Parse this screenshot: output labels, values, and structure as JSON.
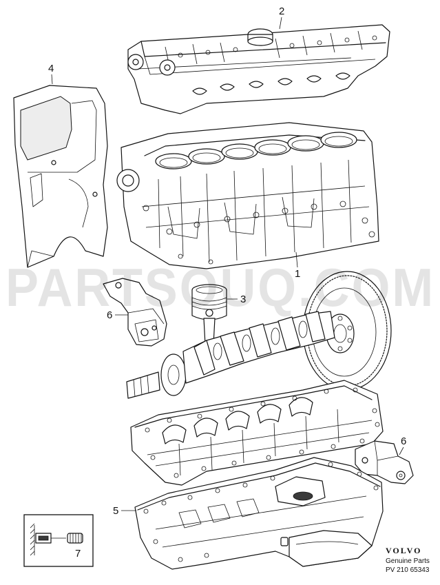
{
  "diagram": {
    "callouts": [
      {
        "id": "c1",
        "label": "1"
      },
      {
        "id": "c2",
        "label": "2"
      },
      {
        "id": "c3",
        "label": "3"
      },
      {
        "id": "c4",
        "label": "4"
      },
      {
        "id": "c5",
        "label": "5"
      },
      {
        "id": "c6a",
        "label": "6"
      },
      {
        "id": "c6b",
        "label": "6"
      },
      {
        "id": "c7",
        "label": "7"
      }
    ],
    "watermark": "PARTSOUQ.COM",
    "brand": {
      "logo_text": "VOLVO",
      "subtitle": "Genuine Parts",
      "reference": "PV 210 65343"
    }
  },
  "colors": {
    "line": "#111111",
    "background": "#ffffff",
    "watermark": "#cfcfcf"
  }
}
